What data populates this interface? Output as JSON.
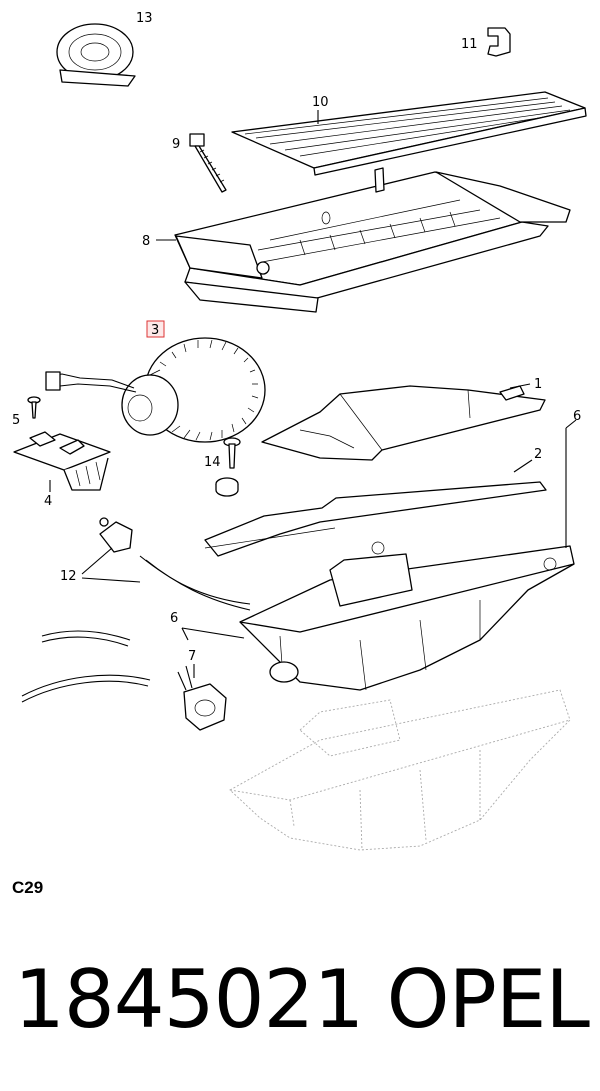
{
  "callouts": {
    "p1": "1",
    "p2": "2",
    "p3": "3",
    "p4": "4",
    "p5": "5",
    "p6a": "6",
    "p6b": "6",
    "p7": "7",
    "p8": "8",
    "p9": "9",
    "p10": "10",
    "p11": "11",
    "p12": "12",
    "p13": "13",
    "p14": "14"
  },
  "highlight_color": "#d33333",
  "sheet_code": "C29",
  "footer": {
    "part_number": "1845021",
    "brand": "OPEL"
  }
}
